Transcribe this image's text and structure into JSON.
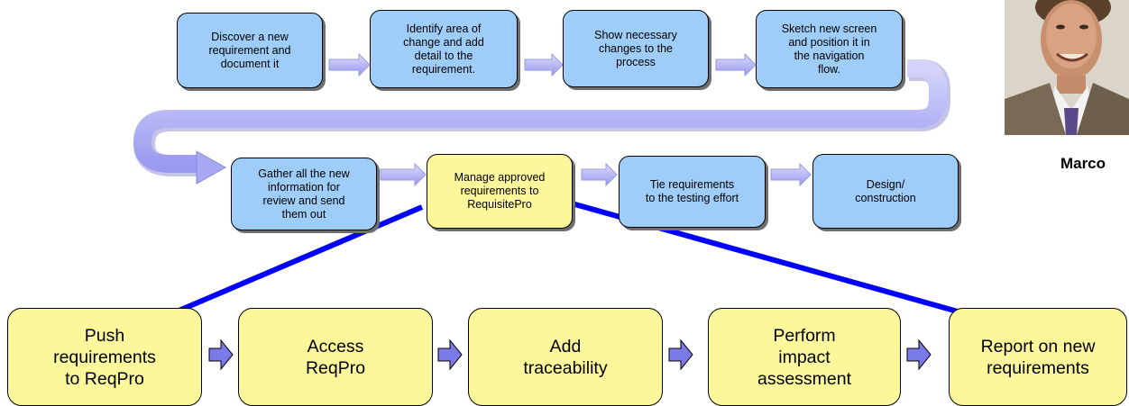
{
  "top_row": [
    {
      "id": "discover",
      "text": "Discover a new\nrequirement and\ndocument it"
    },
    {
      "id": "identify",
      "text": "Identify area of\nchange and add\ndetail to the\nrequirement."
    },
    {
      "id": "show",
      "text": "Show necessary\nchanges to the\nprocess"
    },
    {
      "id": "sketch",
      "text": "Sketch new screen\nand position it in\nthe navigation\nflow."
    }
  ],
  "middle_row": [
    {
      "id": "gather",
      "text": "Gather all the new\ninformation for\nreview and send\nthem out"
    },
    {
      "id": "manage",
      "text": "Manage approved\nrequirements to\nRequisitePro"
    },
    {
      "id": "tie",
      "text": "Tie  requirements\nto the testing effort"
    },
    {
      "id": "design",
      "text": "Design/\nconstruction"
    }
  ],
  "bottom_row": [
    {
      "id": "push",
      "text": "Push\nrequirements\nto ReqPro"
    },
    {
      "id": "access",
      "text": "Access\nReqPro"
    },
    {
      "id": "trace",
      "text": "Add\ntraceability"
    },
    {
      "id": "impact",
      "text": "Perform\nimpact\nassessment"
    },
    {
      "id": "report",
      "text": "Report on new\nrequirements"
    }
  ],
  "person": {
    "name": "Marco"
  },
  "colors": {
    "process_box": "#9fcdf9",
    "highlight_box": "#fcf79a",
    "arrow_fill": "#b2b2f6",
    "connector": "#0000ff",
    "small_arrow": "#7a7ae8"
  }
}
